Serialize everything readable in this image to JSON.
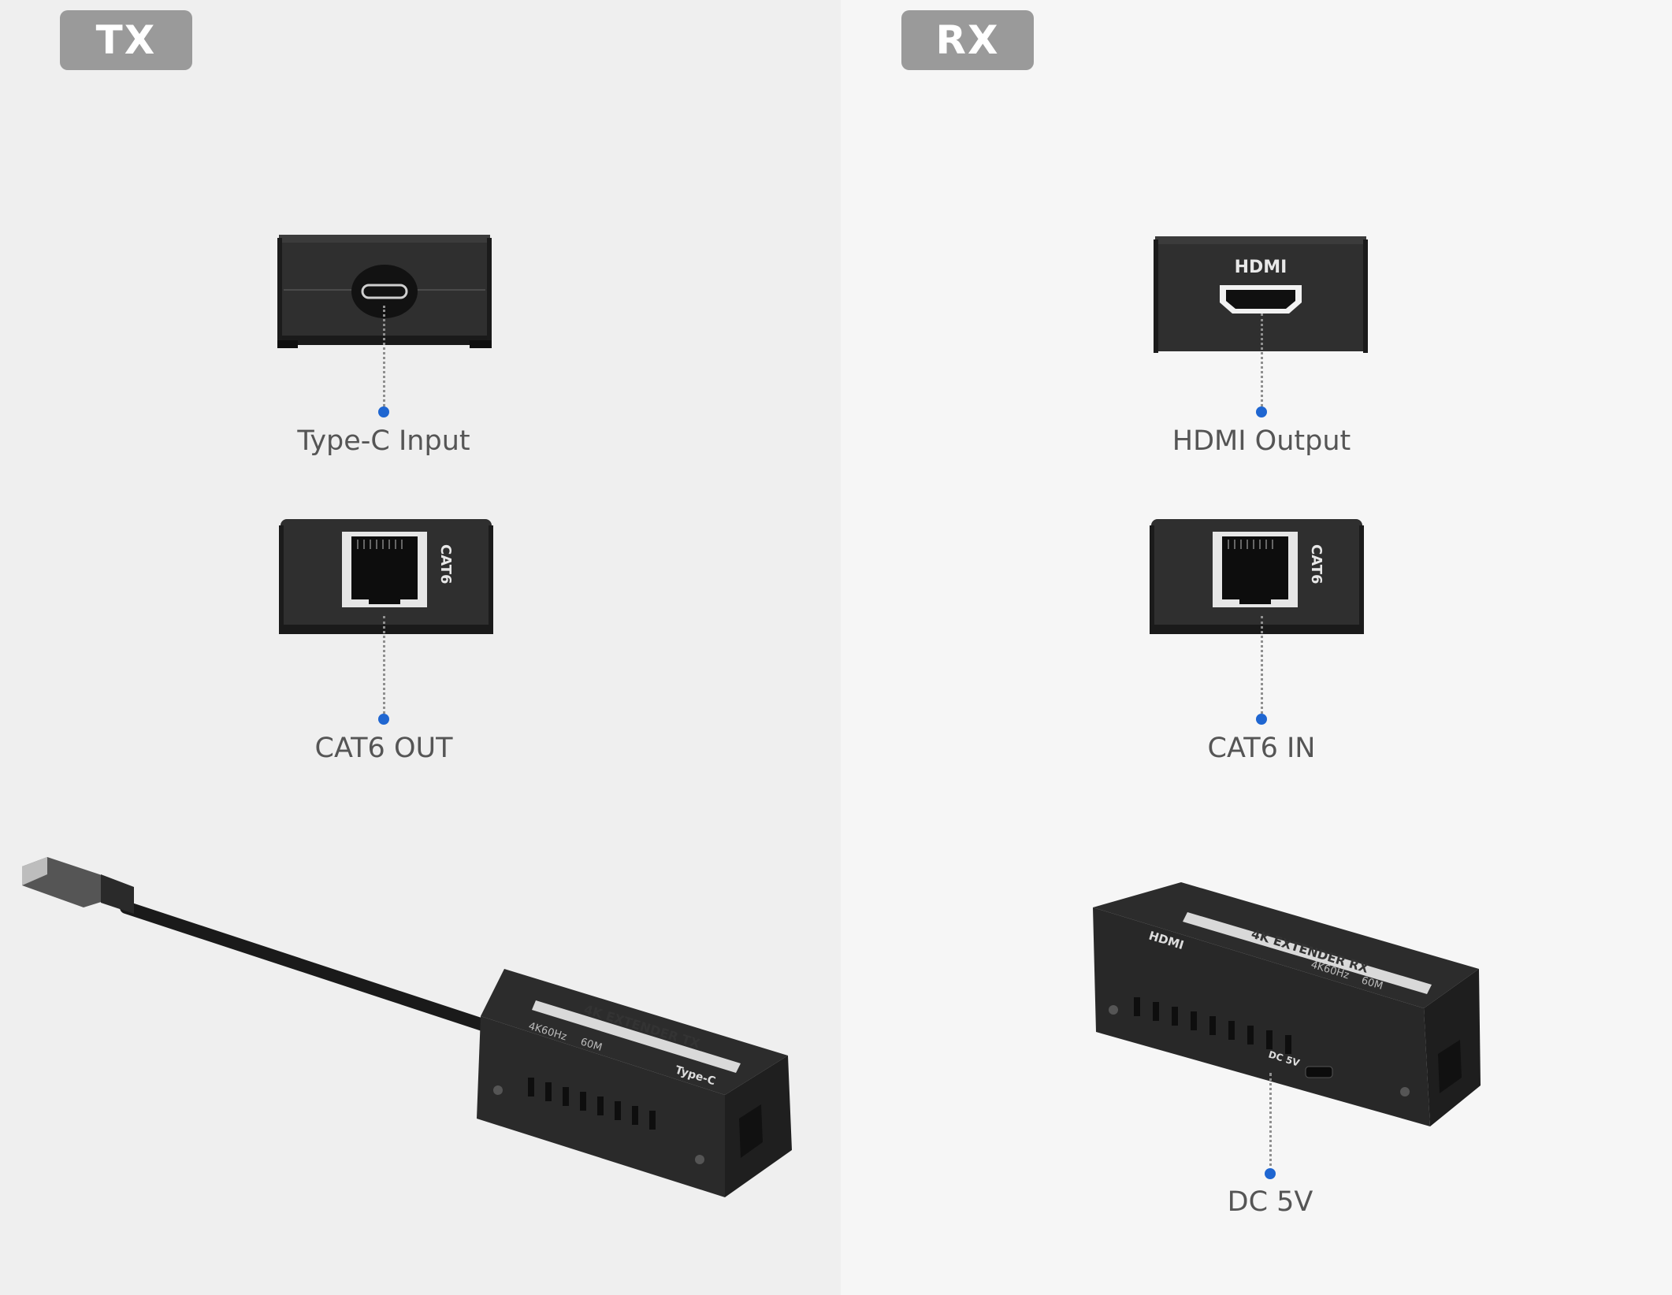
{
  "tx": {
    "badge": "TX",
    "type_c_label": "Type-C Input",
    "cat6_label": "CAT6 OUT",
    "port_cat6_print": "CAT6",
    "device_title": "4K EXTENDER TX",
    "device_spec": "4K60Hz",
    "device_distance": "60M",
    "device_arrow_text": "Type-C"
  },
  "rx": {
    "badge": "RX",
    "hdmi_label": "HDMI Output",
    "port_hdmi_print": "HDMI",
    "cat6_label": "CAT6 IN",
    "port_cat6_print": "CAT6",
    "dc_label": "DC 5V",
    "device_title": "4K EXTENDER RX",
    "device_spec": "4K60Hz",
    "device_distance": "60M",
    "device_arrow_text": "HDMI",
    "device_dc_print": "DC 5V"
  },
  "colors": {
    "tx_background": "#efefef",
    "rx_background": "#f6f6f6",
    "badge": "#9a9a9a",
    "dot": "#1f66d1",
    "device_body": "#2e2e2e"
  }
}
